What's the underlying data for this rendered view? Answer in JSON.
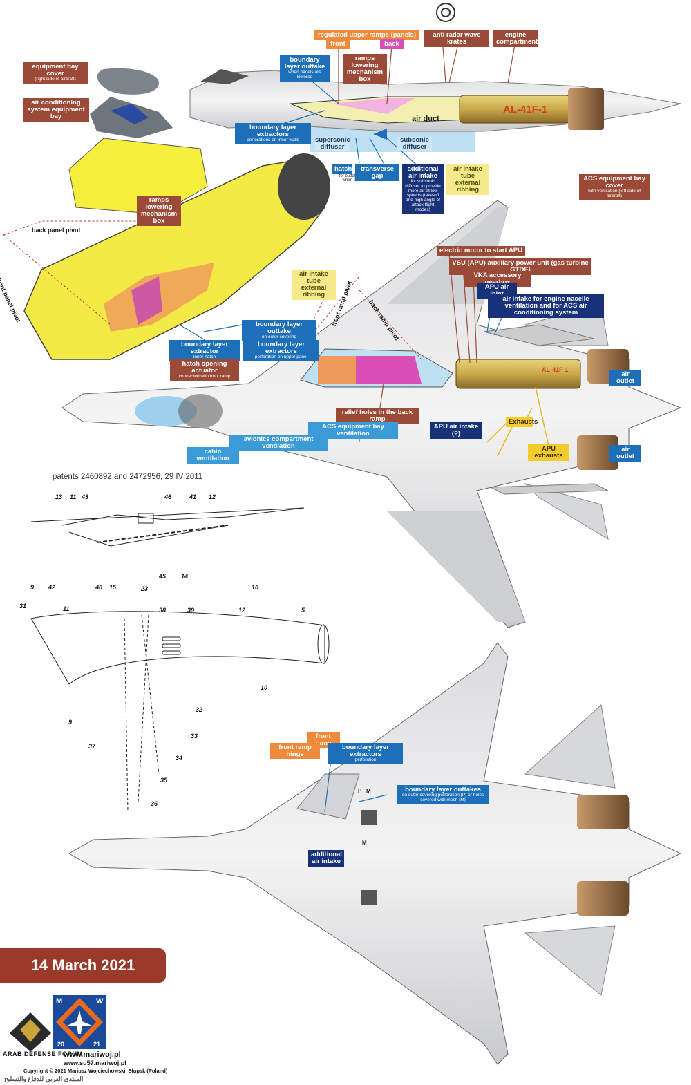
{
  "labels": {
    "regulated_upper_ramps": "regulated upper ramps (panels)",
    "front": "front",
    "back": "back",
    "anti_radar": "anti radar wave krates",
    "engine_compartment": "engine compartment",
    "equipment_bay_cover": "equipment bay cover",
    "equipment_bay_cover_sub": "(right side of aircraft)",
    "air_conditioning_bay": "air conditioning system equipment bay",
    "boundary_layer_outtake_top": "boundary layer outtake",
    "boundary_layer_outtake_top_sub": "when panels are lowered",
    "ramps_lowering_top": "ramps lowering mechanism box",
    "boundary_layer_extractors_top": "boundary layer extractors",
    "boundary_layer_extractors_top_sub": "perforations on inner walls",
    "air_duct": "air duct",
    "engine_top": "AL-41F-1",
    "supersonic_diffuser": "supersonic diffuser",
    "subsonic_diffuser": "subsonic diffuser",
    "hatch": "hatch",
    "hatch_sub": "for outtake of boundary layer when panels are lowered",
    "transverse_gap": "transverse gap",
    "additional_air_intake_top": "additional air intake",
    "additional_air_intake_top_sub": "for subsonic diffuser to provide more air at low speeds (take-off and high angle of attack flight modes)",
    "air_intake_tube_ribbing_top": "air intake tube external ribbing",
    "acs_bay_cover": "ACS equipment bay cover",
    "acs_bay_cover_sub": "with ventilation (left side of aircraft)",
    "ramps_lowering_mid": "ramps lowering mechanism box",
    "back_panel_pivot": "back panel pivot",
    "front_panel_pivot": "front panel pivot",
    "air_intake_tube_ribbing_mid": "air intake tube external ribbing",
    "front_ramp_pivot": "front ramp pivot",
    "back_ramp_pivot": "back ramp pivot",
    "electric_motor_apu": "electric motor to start APU",
    "vsu": "VSU (APU) auxiliary power unit (gas turbine GTDE)",
    "vka": "VKA accessory gearbox",
    "apu_air_inlet": "APU air inlet",
    "air_intake_nacelle": "air intake for engine nacelle ventilation and for ACS air conditioning system",
    "boundary_layer_outtake_mid": "boundary layer outtake",
    "boundary_layer_outtake_mid_sub": "on outer covering",
    "boundary_layer_extractor_mid": "boundary layer extractor",
    "boundary_layer_extractor_mid_sub": "inner hatch",
    "boundary_layer_extractors_mid": "boundary layer extractors",
    "boundary_layer_extractors_mid_sub": "perforation on upper panel",
    "hatch_actuator": "hatch opening actuator",
    "hatch_actuator_sub": "connected with front ramp",
    "engine_mid": "AL-41F-1",
    "air_outlet_1": "air outlet",
    "air_outlet_2": "air outlet",
    "relief_holes": "relief holes in the back ramp",
    "acs_bay_ventilation": "ACS equipment bay ventilation",
    "apu_air_intake_q": "APU air intake (?)",
    "exhausts": "Exhausts",
    "apu_exhausts": "APU exhausts",
    "avionics_vent": "avionics compartment ventilation",
    "cabin_vent": "cabin ventilation",
    "patents": "patents 2460892 and 2472956, 29 IV 2011",
    "front_ramp": "front ramp",
    "front_ramp_hinge": "front ramp hinge",
    "boundary_layer_extractors_bottom": "boundary layer extractors",
    "boundary_layer_extractors_bottom_sub": "perforation",
    "boundary_layer_outtakes_bottom": "boundary layer outtakes",
    "boundary_layer_outtakes_bottom_sub": "on outer covering perforation (P) or holes covered with mesh (M)",
    "additional_air_intake_bottom": "additional air intake",
    "mark_p": "P",
    "mark_m1": "M",
    "mark_m2": "M"
  },
  "patent_numbers_upper": [
    "13",
    "11",
    "43",
    "46",
    "41",
    "12",
    "9",
    "42",
    "40",
    "15",
    "23",
    "45",
    "14",
    "10"
  ],
  "patent_numbers_lower": [
    "31",
    "11",
    "38",
    "39",
    "12",
    "5",
    "10",
    "9",
    "37",
    "32",
    "33",
    "34",
    "35",
    "36"
  ],
  "date": "14 March 2021",
  "logo": {
    "letters": [
      "M",
      "W",
      "20",
      "21"
    ]
  },
  "footer": {
    "site1": "www.mariwoj.pl",
    "site2": "www.su57.mariwoj.pl",
    "copyright": "Copyright © 2021 Mariusz Wojciechowski, Słupsk (Poland)",
    "watermark": "ARAB DEFENSE FORUM",
    "watermark_ar": "المنتدى العربي للدفاع والتسليح"
  },
  "colors": {
    "brown_label": "#9a4a36",
    "blue_label": "#1c6fb8",
    "navy_label": "#18327a",
    "orange_label": "#ee8a3c",
    "magenta_label": "#d94fb6",
    "yellow_label": "#f2cc2a",
    "date_box": "#9a3a2a"
  }
}
